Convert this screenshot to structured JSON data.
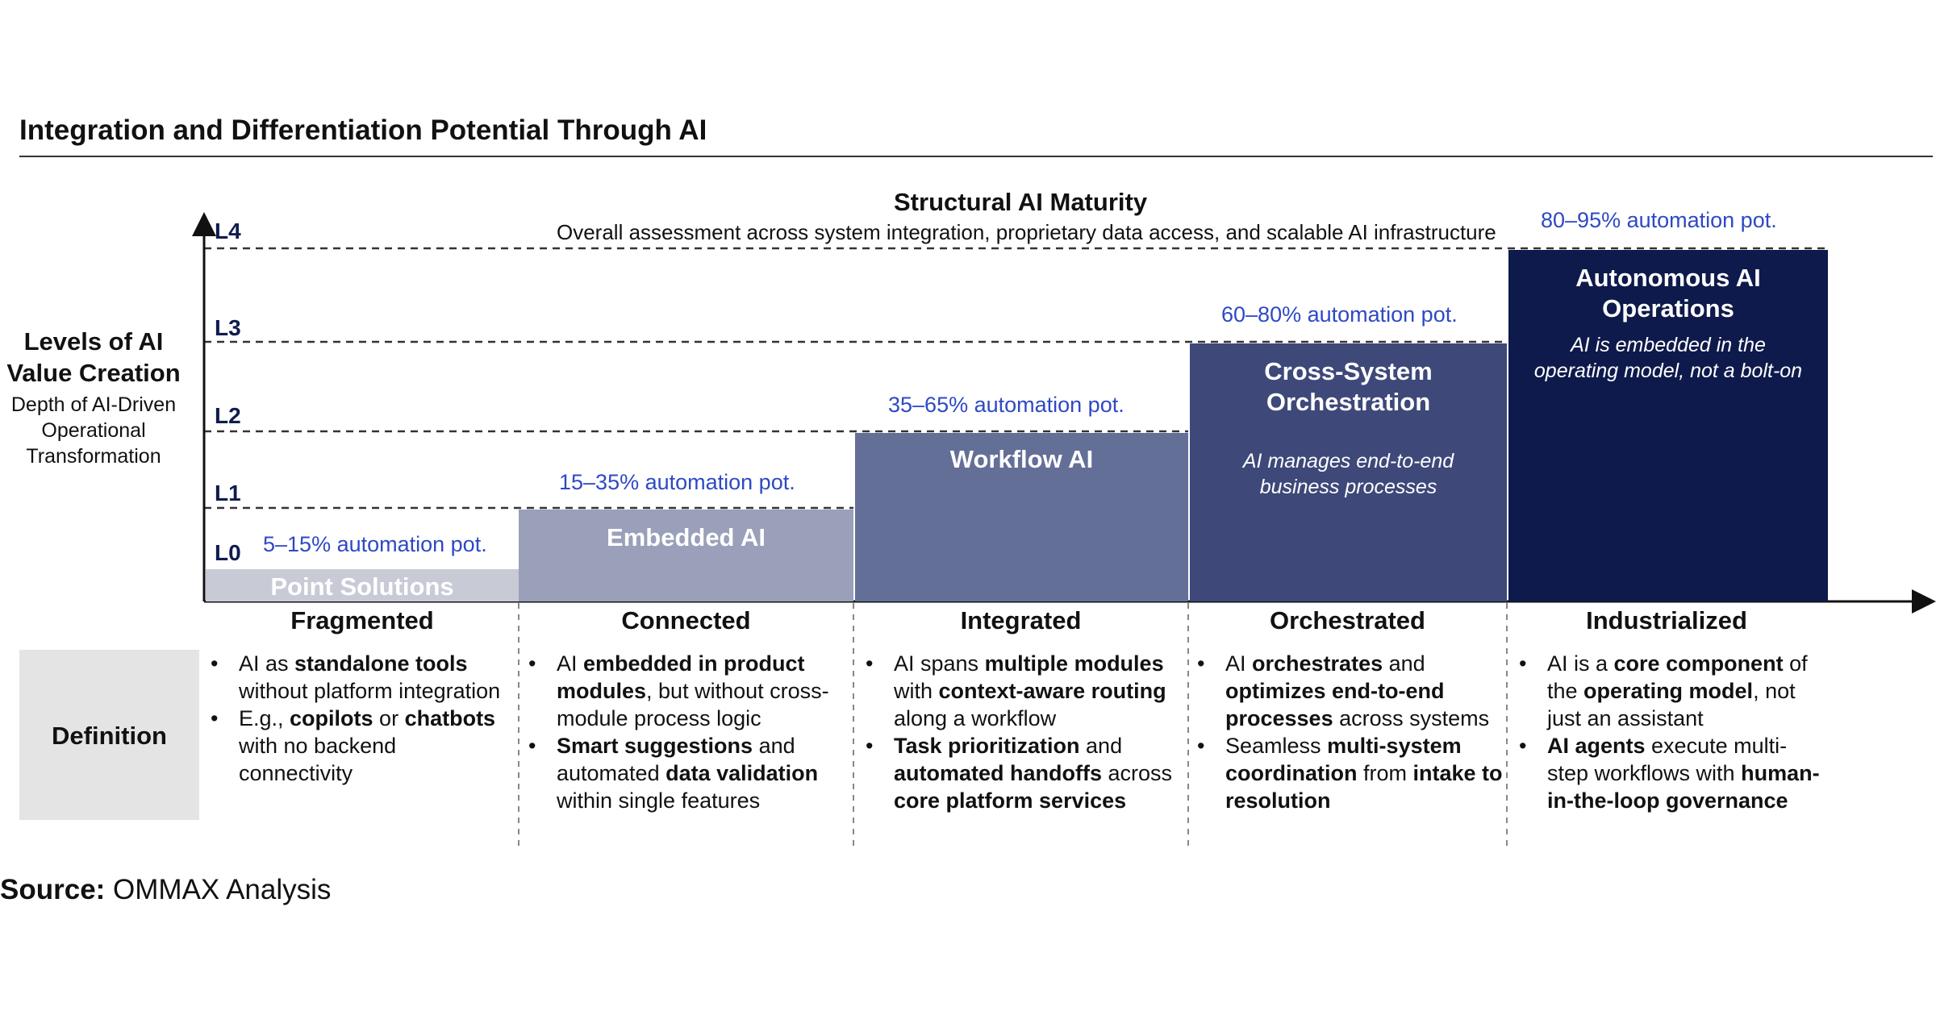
{
  "title": "Integration and Differentiation Potential Through AI",
  "maturity": {
    "title": "Structural AI Maturity",
    "subtitle": "Overall assessment across system integration, proprietary data access, and scalable AI infrastructure"
  },
  "y_axis": {
    "title": "Levels of AI Value Creation",
    "subtitle": "Depth of AI-Driven Operational Transformation",
    "levels": [
      "L0",
      "L1",
      "L2",
      "L3",
      "L4"
    ]
  },
  "stages": [
    {
      "name": "Fragmented",
      "bar_title": "Point Solutions",
      "bar_desc": "",
      "automation": "5–15% automation pot.",
      "color": "#c8cbd6",
      "definition": [
        [
          {
            "t": "AI as "
          },
          {
            "t": "standalone tools",
            "b": true
          },
          {
            "t": " without platform integration"
          }
        ],
        [
          {
            "t": "E.g., "
          },
          {
            "t": "copilots",
            "b": true
          },
          {
            "t": " or "
          },
          {
            "t": "chatbots",
            "b": true
          },
          {
            "t": " with no backend connectivity"
          }
        ]
      ]
    },
    {
      "name": "Connected",
      "bar_title": "Embedded AI",
      "bar_desc": "",
      "automation": "15–35% automation pot.",
      "color": "#9aa0b9",
      "definition": [
        [
          {
            "t": "AI "
          },
          {
            "t": "embedded in product modules",
            "b": true
          },
          {
            "t": ", but without cross-module process logic"
          }
        ],
        [
          {
            "t": "Smart suggestions",
            "b": true
          },
          {
            "t": " and automated "
          },
          {
            "t": "data validation",
            "b": true
          },
          {
            "t": " within single features"
          }
        ]
      ]
    },
    {
      "name": "Integrated",
      "bar_title": "Workflow AI",
      "bar_desc": "",
      "automation": "35–65% automation pot.",
      "color": "#646f98",
      "definition": [
        [
          {
            "t": "AI spans "
          },
          {
            "t": "multiple modules",
            "b": true
          },
          {
            "t": " with "
          },
          {
            "t": "context-aware routing",
            "b": true
          },
          {
            "t": " along a workflow"
          }
        ],
        [
          {
            "t": "Task prioritization",
            "b": true
          },
          {
            "t": " and "
          },
          {
            "t": "automated handoffs",
            "b": true
          },
          {
            "t": " across "
          },
          {
            "t": "core platform services",
            "b": true
          }
        ]
      ]
    },
    {
      "name": "Orchestrated",
      "bar_title": "Cross-System Orchestration",
      "bar_desc": "AI manages end-to-end business processes",
      "automation": "60–80% automation pot.",
      "color": "#3e4879",
      "definition": [
        [
          {
            "t": "AI "
          },
          {
            "t": "orchestrates",
            "b": true
          },
          {
            "t": " and "
          },
          {
            "t": "optimizes end-to-end processes",
            "b": true
          },
          {
            "t": " across systems"
          }
        ],
        [
          {
            "t": "Seamless "
          },
          {
            "t": "multi-system coordination",
            "b": true
          },
          {
            "t": " from "
          },
          {
            "t": "intake to resolution",
            "b": true
          }
        ]
      ]
    },
    {
      "name": "Industrialized",
      "bar_title": "Autonomous AI Operations",
      "bar_desc": "AI is embedded in the operating model, not a bolt-on",
      "automation": "80–95% automation pot.",
      "color": "#0e1a4b",
      "definition": [
        [
          {
            "t": "AI is a "
          },
          {
            "t": "core component",
            "b": true
          },
          {
            "t": " of the "
          },
          {
            "t": "operating model",
            "b": true
          },
          {
            "t": ", not just an assistant"
          }
        ],
        [
          {
            "t": "AI agents",
            "b": true
          },
          {
            "t": " execute multi-step workflows with "
          },
          {
            "t": "human-in-the-loop governance",
            "b": true
          }
        ]
      ]
    }
  ],
  "definition_label": "Definition",
  "source": {
    "label": "Source:",
    "text": "OMMAX Analysis"
  },
  "colors": {
    "level_text": "#0f1c4d",
    "automation_text": "#2e49c4",
    "axis": "#111111"
  }
}
